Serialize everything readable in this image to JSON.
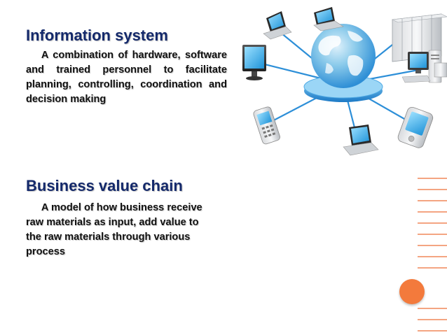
{
  "sections": [
    {
      "heading": "Information system",
      "body": "A combination of hardware, software and trained personnel to facilitate planning, controlling, coordination and decision making"
    },
    {
      "heading": "Business value chain",
      "body": "A model of how business receive raw materials as input, add value to the raw materials through various process"
    }
  ],
  "colors": {
    "heading": "#14296b",
    "accent": "#f37a3c",
    "stripe": "#f4a582",
    "globe": "#2f8fd6"
  },
  "icons": [
    "globe-icon",
    "server-rack-icon",
    "laptop-icon",
    "monitor-icon",
    "desktop-tower-icon",
    "mobile-phone-icon",
    "pda-icon",
    "network-printer-icon"
  ]
}
